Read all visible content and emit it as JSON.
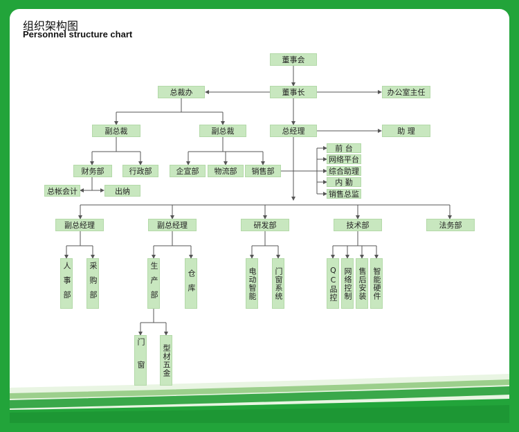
{
  "title_cn": "组织架构图",
  "title_en": "Personnel structure chart",
  "nodes": {
    "board": "董事会",
    "chairman": "董事长",
    "president_office": "总裁办",
    "office_director": "办公室主任",
    "vp1": "副总裁",
    "vp2": "副总裁",
    "gm": "总经理",
    "assistant": "助 理",
    "finance": "财务部",
    "admin": "行政部",
    "planning": "企宣部",
    "logistics": "物流部",
    "sales": "销售部",
    "front_desk": "前 台",
    "online_platform": "网络平台",
    "general_assistant": "综合助理",
    "internal_service": "内 勤",
    "sales_director": "销售总监",
    "chief_accountant": "总帐会计",
    "cashier": "出纳",
    "dgm1": "副总经理",
    "dgm2": "副总经理",
    "rnd": "研发部",
    "tech": "技术部",
    "legal": "法务部",
    "hr": "人事部",
    "purchasing": "采购部",
    "production": "生产部",
    "warehouse": "仓库",
    "electric_smart": "电动智能",
    "door_window_sys": "门窗系统",
    "qc": "QC品控",
    "network_control": "网络控制",
    "after_sales": "售后安装",
    "smart_hardware": "智能硬件",
    "door_window": "门窗",
    "profile_hardware": "型材五金"
  },
  "colors": {
    "green": "#22a43a",
    "box_fill": "#c8e7bf",
    "line": "#555555"
  }
}
